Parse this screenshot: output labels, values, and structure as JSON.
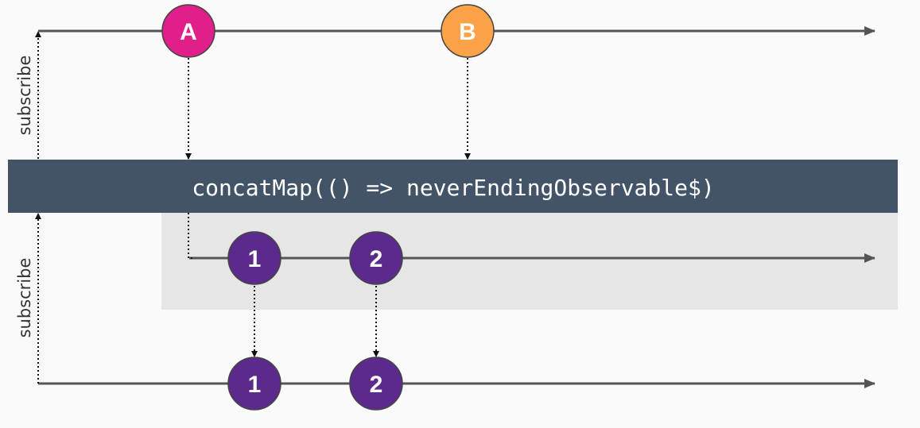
{
  "operator": {
    "label": "concatMap(() => neverEndingObservable$)"
  },
  "source_stream": {
    "marbles": [
      {
        "label": "A",
        "color": "#e01f8a"
      },
      {
        "label": "B",
        "color": "#fca347"
      }
    ]
  },
  "inner_stream": {
    "marbles": [
      {
        "label": "1",
        "color": "#5c2a8c"
      },
      {
        "label": "2",
        "color": "#5c2a8c"
      }
    ]
  },
  "output_stream": {
    "marbles": [
      {
        "label": "1",
        "color": "#5c2a8c"
      },
      {
        "label": "2",
        "color": "#5c2a8c"
      }
    ]
  },
  "labels": {
    "subscribe_top": "subscribe",
    "subscribe_bottom": "subscribe"
  },
  "colors": {
    "line": "#555555",
    "operator_bar": "#445468",
    "inner_background": "#e6e6e6",
    "marble_border": "#444444"
  }
}
